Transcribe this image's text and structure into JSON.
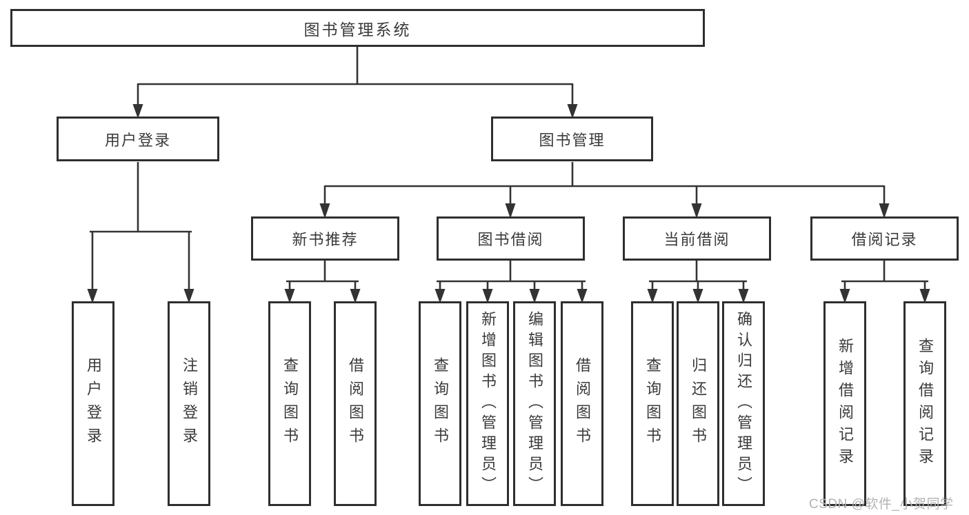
{
  "diagram": {
    "root": {
      "label": "图书管理系统"
    },
    "branches": [
      {
        "label": "用户登录",
        "children": [
          {
            "label": "用户登录"
          },
          {
            "label": "注销登录"
          }
        ]
      },
      {
        "label": "图书管理",
        "children": [
          {
            "label": "新书推荐",
            "children": [
              {
                "label": "查询图书"
              },
              {
                "label": "借阅图书"
              }
            ]
          },
          {
            "label": "图书借阅",
            "children": [
              {
                "label": "查询图书"
              },
              {
                "label": "新增图书（管理员）"
              },
              {
                "label": "编辑图书（管理员）"
              },
              {
                "label": "借阅图书"
              }
            ]
          },
          {
            "label": "当前借阅",
            "children": [
              {
                "label": "查询图书"
              },
              {
                "label": "归还图书"
              },
              {
                "label": "确认归还（管理员）"
              }
            ]
          },
          {
            "label": "借阅记录",
            "children": [
              {
                "label": "新增借阅记录"
              },
              {
                "label": "查询借阅记录"
              }
            ]
          }
        ]
      }
    ]
  },
  "watermark": {
    "text": "CSDN @软件_小贺同学"
  },
  "colors": {
    "line": "#333333",
    "box_border": "#2e2e2e",
    "text": "#3a3a3a",
    "watermark": "#b3b3b3",
    "background": "#ffffff"
  }
}
